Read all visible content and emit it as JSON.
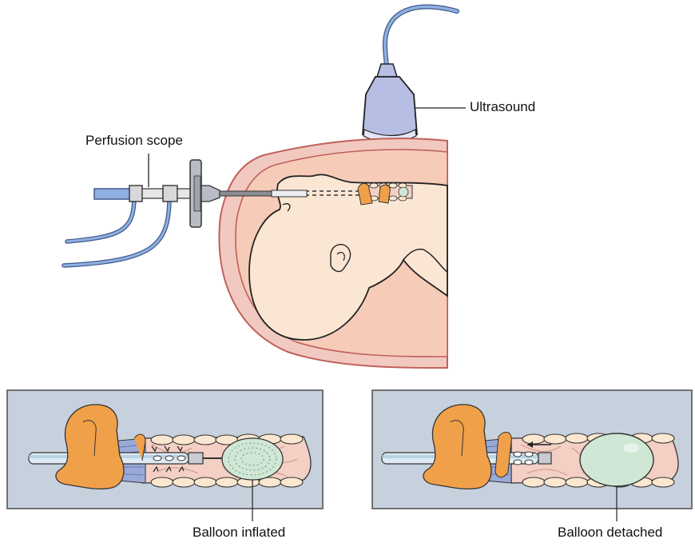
{
  "labels": {
    "ultrasound": "Ultrasound",
    "perfusion_scope": "Perfusion scope",
    "balloon_inflated": "Balloon inflated",
    "balloon_detached": "Balloon detached"
  },
  "colors": {
    "uterus_wall": "#f2c9c0",
    "uterus_outer": "#c0605a",
    "amniotic": "#f6cbb8",
    "fetus_skin": "#fbe6d4",
    "probe": "#b6bee4",
    "cable": "#7fa2d8",
    "panel_bg": "#c7d1de",
    "balloon": "#cfe7d4",
    "trachea": "#f3cfc4",
    "cartilage": "#fbe7cf",
    "larynx": "#f1a04a",
    "scope_shaft": "#8a8c93"
  }
}
